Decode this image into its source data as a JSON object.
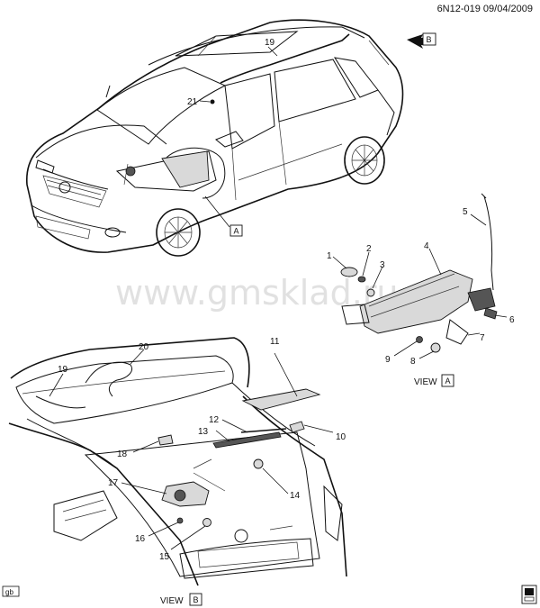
{
  "header": {
    "code": "6N12-019 09/04/2009"
  },
  "watermark": "www.gmsklad.ru",
  "views": [
    {
      "prefix": "VIEW",
      "letter": "A"
    },
    {
      "prefix": "VIEW",
      "letter": "B"
    }
  ],
  "view_refs": {
    "car_a": "A",
    "arrow_b": "B"
  },
  "callouts": {
    "c1": "1",
    "c2": "2",
    "c3": "3",
    "c4": "4",
    "c5": "5",
    "c6": "6",
    "c7": "7",
    "c8": "8",
    "c9": "9",
    "c10": "10",
    "c11": "11",
    "c12": "12",
    "c13": "13",
    "c14": "14",
    "c15": "15",
    "c16": "16",
    "c17": "17",
    "c18": "18",
    "c19a": "19",
    "c19b": "19",
    "c20": "20",
    "c21": "21"
  },
  "corner": {
    "left": "gb"
  }
}
